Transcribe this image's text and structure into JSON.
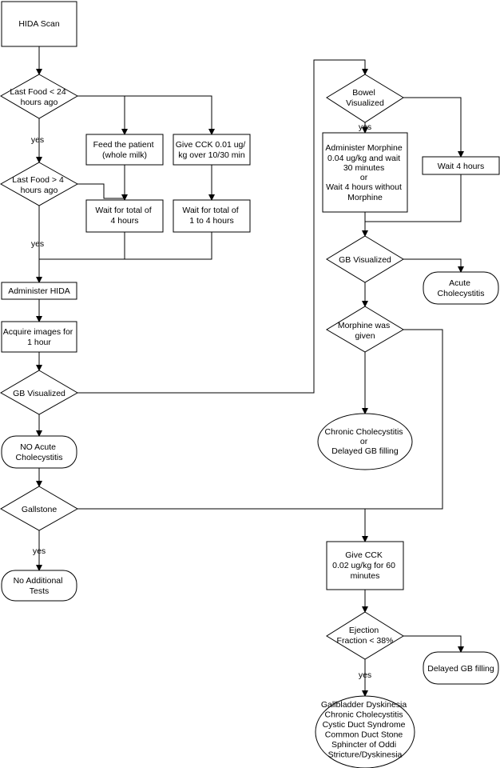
{
  "nodes": {
    "hida_scan": [
      "HIDA Scan"
    ],
    "last_food_24": [
      "Last Food < 24",
      "hours ago"
    ],
    "feed_patient": [
      "Feed the patient",
      "(whole milk)"
    ],
    "give_cck_001": [
      "Give CCK 0.01 ug/",
      "kg over 10/30 min"
    ],
    "last_food_4": [
      "Last Food > 4",
      "hours ago"
    ],
    "wait_4h_total": [
      "Wait for total of",
      "4 hours"
    ],
    "wait_1_4h": [
      "Wait for total of",
      "1 to 4 hours"
    ],
    "administer_hida": [
      "Administer HIDA"
    ],
    "acquire_images": [
      "Acquire images for",
      "1 hour"
    ],
    "gb_visualized_1": [
      "GB Visualized"
    ],
    "no_acute": [
      "NO Acute",
      "Cholecystitis"
    ],
    "gallstone": [
      "Gallstone"
    ],
    "no_additional": [
      "No Additional",
      "Tests"
    ],
    "bowel_visualized": [
      "Bowel",
      "Visualized"
    ],
    "administer_morphine": [
      "Administer Morphine",
      "0.04 ug/kg and wait",
      "30 minutes",
      "or",
      "Wait 4 hours without",
      "Morphine"
    ],
    "wait_4_hours": [
      "Wait 4 hours"
    ],
    "gb_visualized_2": [
      "GB Visualized"
    ],
    "acute_chole": [
      "Acute",
      "Cholecystitis"
    ],
    "morphine_given": [
      "Morphine was",
      "given"
    ],
    "chronic_delayed": [
      "Chronic Cholecystitis",
      "or",
      "Delayed GB filling"
    ],
    "give_cck_002": [
      "Give CCK",
      "0.02 ug/kg for 60",
      "minutes"
    ],
    "ejection_fraction": [
      "Ejection",
      "Fraction < 38%"
    ],
    "delayed_gb": [
      "Delayed GB filling"
    ],
    "dyskinesia": [
      "Gallbladder Dyskinesia",
      "Chronic Cholecystitis",
      "Cystic Duct Syndrome",
      "Common Duct Stone",
      "Sphincter of Oddi",
      "Stricture/Dyskinesia"
    ]
  },
  "edge_labels": {
    "yes_1": "yes",
    "yes_2": "yes",
    "yes_3": "yes",
    "yes_4": "yes",
    "yes_5": "yes"
  }
}
